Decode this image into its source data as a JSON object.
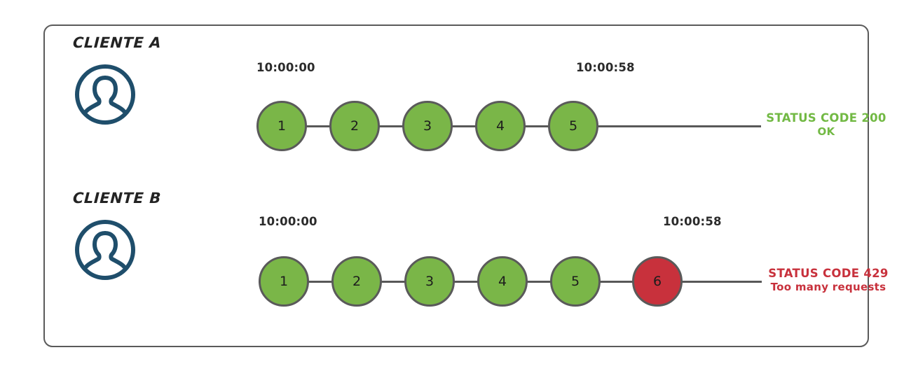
{
  "diagram": {
    "title_present": false,
    "colors": {
      "node_ok": "#7ab648",
      "node_error": "#c8313c",
      "node_stroke": "#5a5a5a",
      "connector": "#585858",
      "avatar": "#1f4e6b",
      "frame_border": "#5a5a5a",
      "status_ok_text": "#72b944",
      "status_error_text": "#c8313c",
      "background": "#ffffff"
    },
    "rows": [
      {
        "id": "client-a",
        "label": "CLIENTE A",
        "avatar_icon": "user-avatar-icon",
        "start_time": "10:00:00",
        "end_time": "10:00:58",
        "requests": [
          {
            "number": "1",
            "state": "ok"
          },
          {
            "number": "2",
            "state": "ok"
          },
          {
            "number": "3",
            "state": "ok"
          },
          {
            "number": "4",
            "state": "ok"
          },
          {
            "number": "5",
            "state": "ok"
          }
        ],
        "status": {
          "main": "STATUS CODE 200",
          "sub": "OK",
          "state": "ok"
        }
      },
      {
        "id": "client-b",
        "label": "CLIENTE B",
        "avatar_icon": "user-avatar-icon",
        "start_time": "10:00:00",
        "end_time": "10:00:58",
        "requests": [
          {
            "number": "1",
            "state": "ok"
          },
          {
            "number": "2",
            "state": "ok"
          },
          {
            "number": "3",
            "state": "ok"
          },
          {
            "number": "4",
            "state": "ok"
          },
          {
            "number": "5",
            "state": "ok"
          },
          {
            "number": "6",
            "state": "error"
          }
        ],
        "status": {
          "main": "STATUS CODE 429",
          "sub": "Too many requests",
          "state": "error"
        }
      }
    ]
  }
}
